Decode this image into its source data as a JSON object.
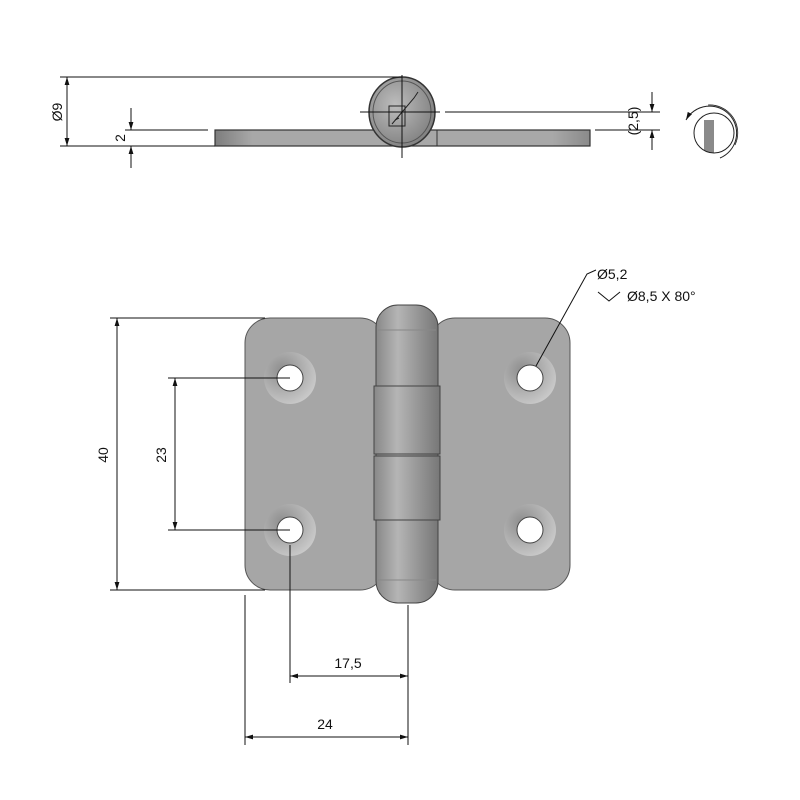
{
  "top_view": {
    "diameter_label": "Ø9",
    "thickness_label": "2",
    "offset_label": "(2,5)"
  },
  "front_view": {
    "height_label": "40",
    "hole_spacing_vertical_label": "23",
    "hole_to_axis_label": "17,5",
    "leaf_width_label": "24",
    "hole_diameter_label": "Ø5,2",
    "countersink_label": "Ø8,5 X 80°"
  },
  "colors": {
    "metal": "#a6a6a6",
    "metal_dark": "#7a7a7a",
    "line": "#111111"
  }
}
